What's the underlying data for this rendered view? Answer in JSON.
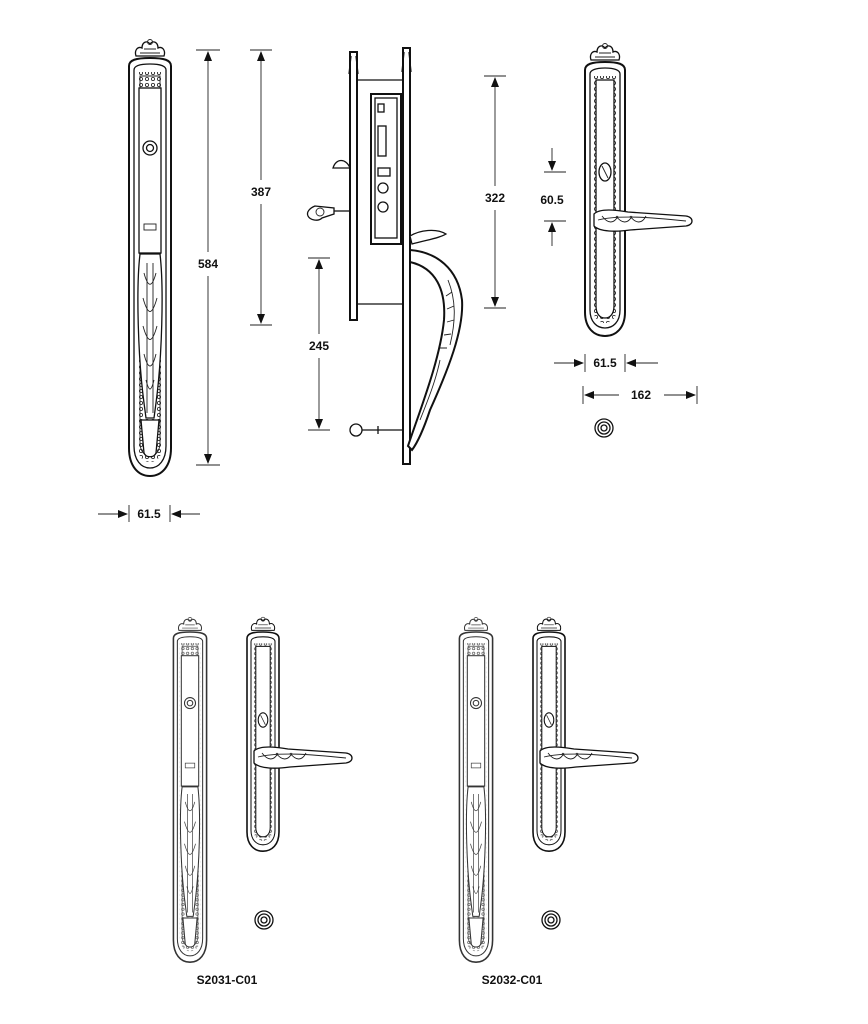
{
  "dimensions": {
    "front_plate_height": "584",
    "front_plate_width": "61.5",
    "lock_to_handle": "387",
    "handle_to_knob": "245",
    "back_plate_height": "322",
    "thumbturn_to_lever": "60.5",
    "back_plate_width": "61.5",
    "lever_projection": "162"
  },
  "models": {
    "left": "S2031-C01",
    "right": "S2032-C01"
  }
}
